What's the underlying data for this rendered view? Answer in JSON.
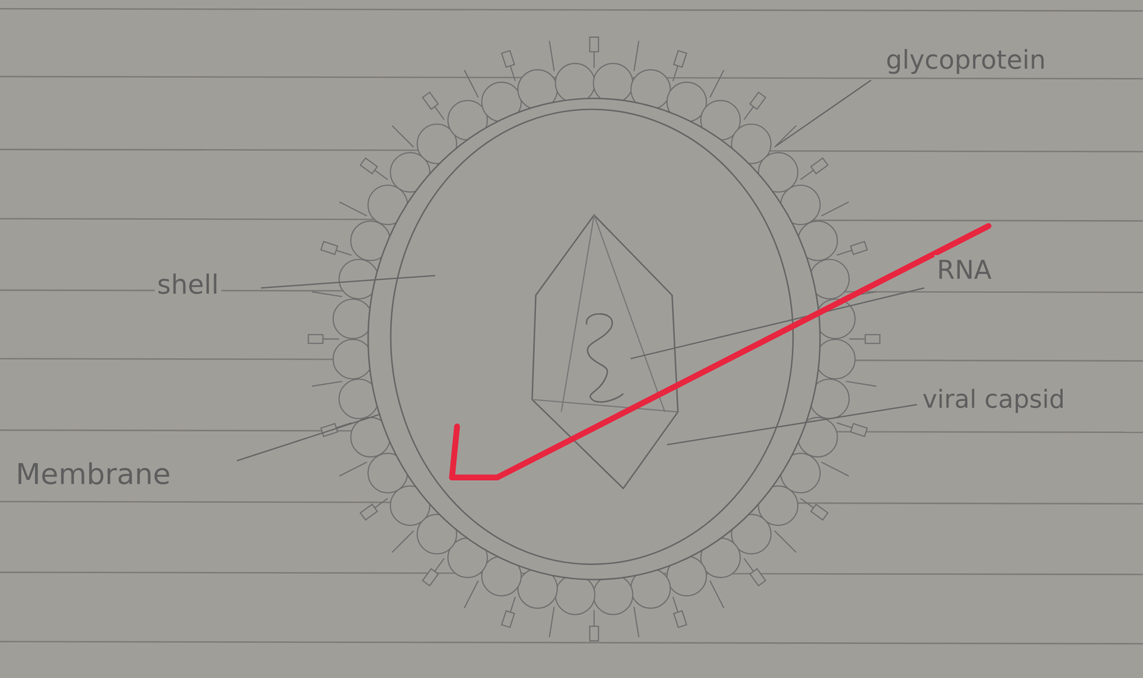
{
  "diagram": {
    "labels": [
      "glycoprotein",
      "shell",
      "RNA",
      "viral capsid",
      "Membrane"
    ]
  }
}
